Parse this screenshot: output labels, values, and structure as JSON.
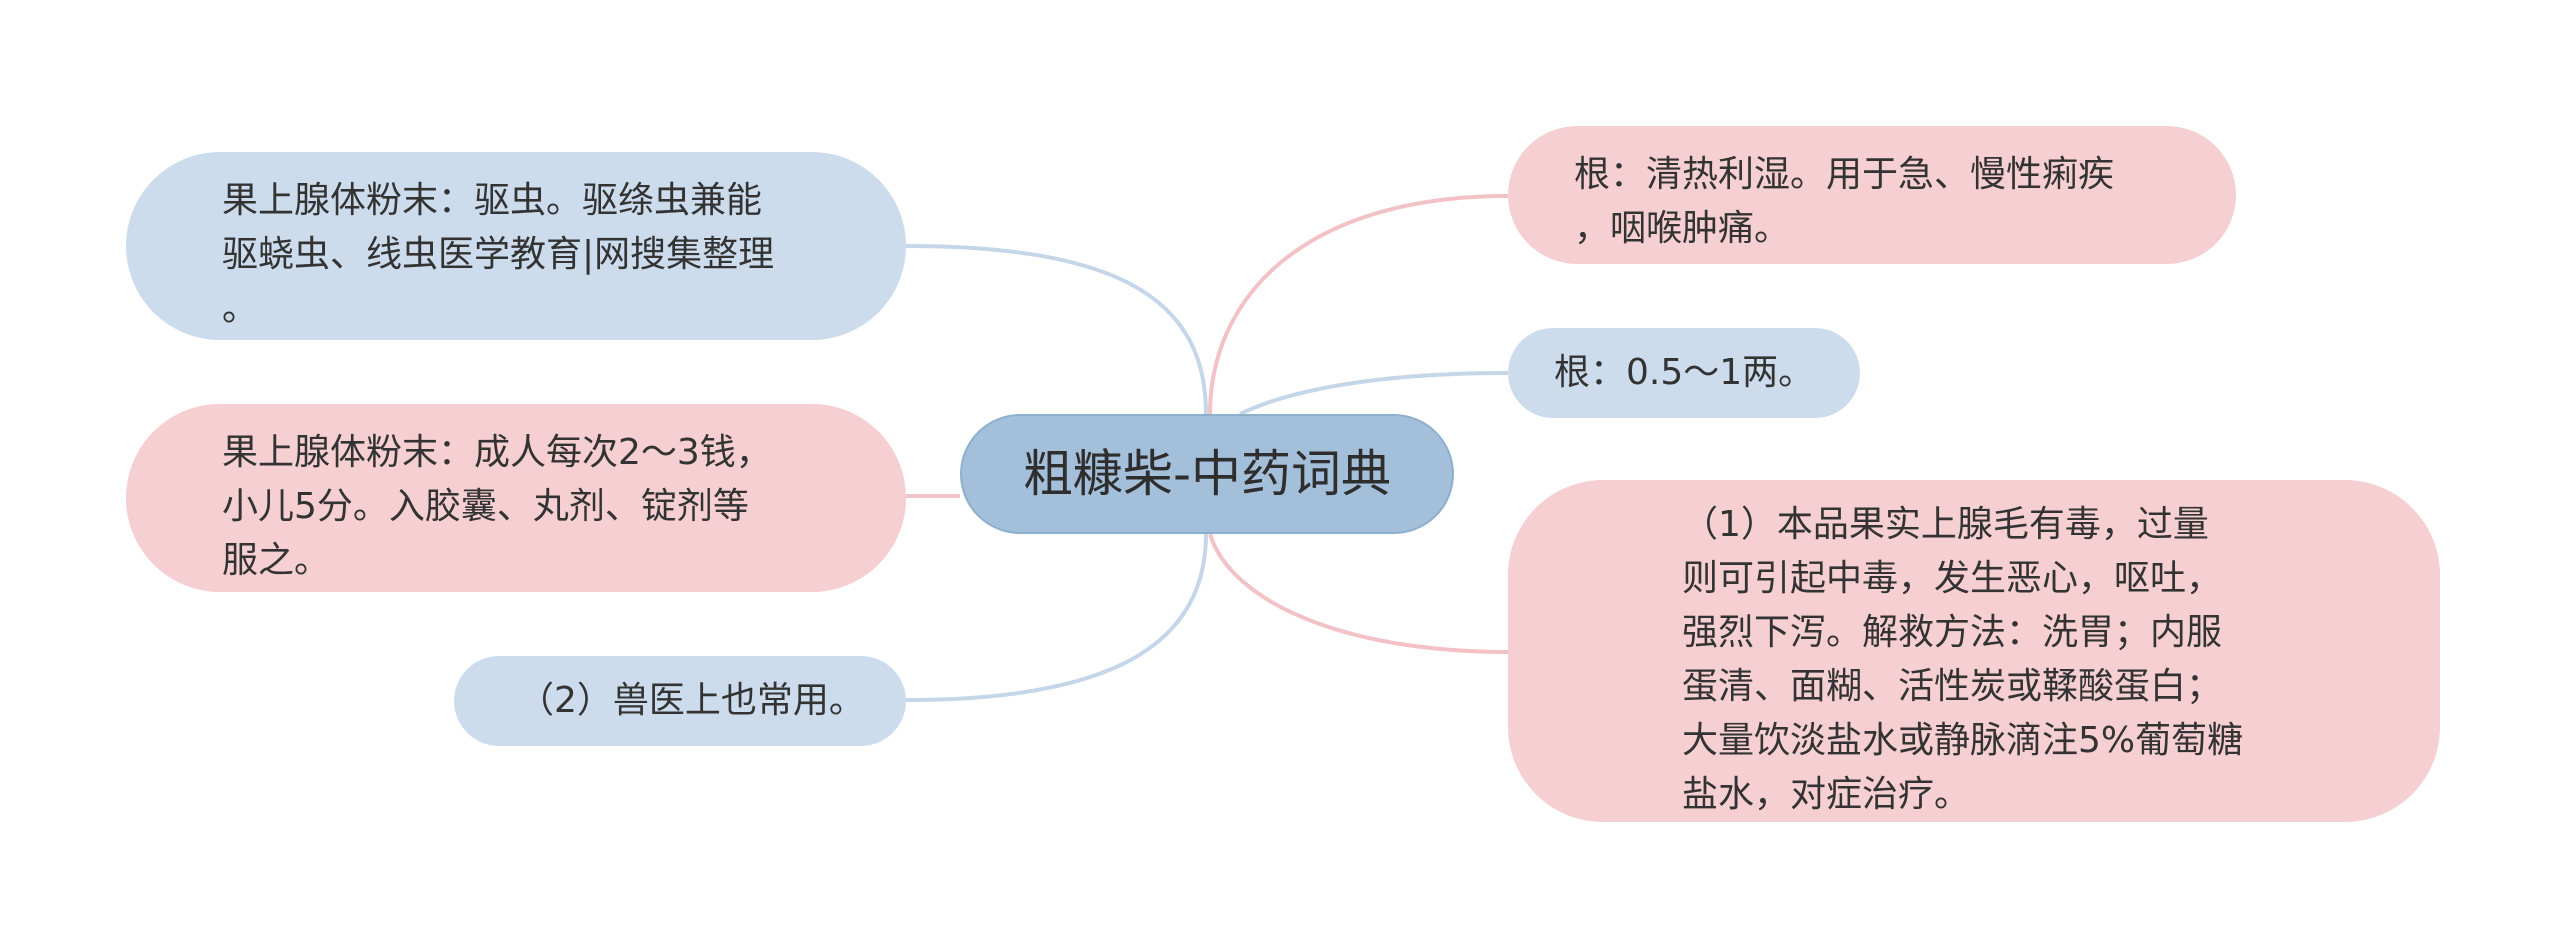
{
  "root": {
    "label": "粗糠柴-中药词典"
  },
  "left_branches": [
    {
      "text": "果上腺体粉末：驱虫。驱绦虫兼能\n驱蛲虫、线虫医学教育|网搜集整理\n。",
      "color": "blue"
    },
    {
      "text": "果上腺体粉末：成人每次2～3钱，\n小儿5分。入胶囊、丸剂、锭剂等\n服之。",
      "color": "pink"
    },
    {
      "text": "（2）兽医上也常用。",
      "color": "blue"
    }
  ],
  "right_branches": [
    {
      "text": "根：清热利湿。用于急、慢性痢疾\n，咽喉肿痛。",
      "color": "pink"
    },
    {
      "text": "根：0.5～1两。",
      "color": "blue"
    },
    {
      "text": "（1）本品果实上腺毛有毒，过量\n则可引起中毒，发生恶心，呕吐，\n强烈下泻。解救方法：洗胃；内服\n蛋清、面糊、活性炭或鞣酸蛋白；\n大量饮淡盐水或静脉滴注5%葡萄糖\n盐水，对症治疗。",
      "color": "pink"
    }
  ],
  "colors": {
    "root_fill": "#a3bfd9",
    "blue_fill": "#cddcec",
    "pink_fill": "#f6cfd2",
    "blue_link": "#c5d6e8",
    "pink_link": "#f2c2c6",
    "text": "#333333"
  }
}
